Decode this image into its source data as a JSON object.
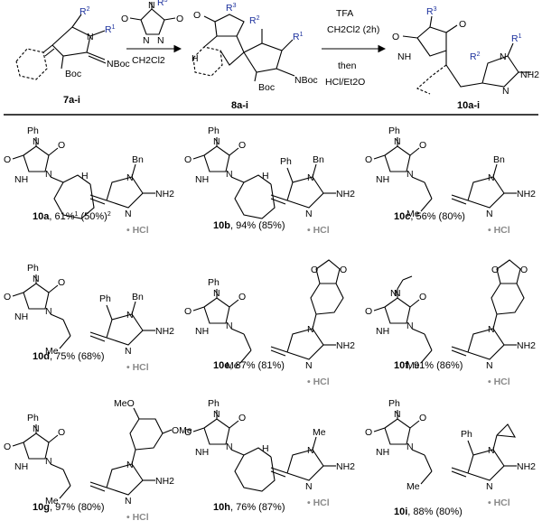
{
  "scheme": {
    "reactant_label": "7a-i",
    "intermediate_label": "8a-i",
    "product_label": "10a-i",
    "step1_reagent": "CH2Cl2",
    "step2_reagents": [
      "TFA",
      "CH2Cl2 (2h)",
      "then",
      "HCl/Et2O"
    ],
    "groups": {
      "r1": "R",
      "r1_sup": "1",
      "r2": "R",
      "r2_sup": "2",
      "r3": "R",
      "r3_sup": "3",
      "boc": "Boc",
      "nboc": "NBoc",
      "h": "H",
      "nh2": "NH2"
    }
  },
  "atoms": {
    "o": "O",
    "n": "N",
    "nh": "NH",
    "h": "H",
    "ph": "Ph",
    "bn": "Bn",
    "me": "Me",
    "meo": "MeO",
    "ome": "OMe",
    "nh2": "NH2",
    "hcl": "HCl"
  },
  "compounds": [
    {
      "id": "10a",
      "yield": ", 61%",
      "sup1": "1",
      "yield2": " (50%)",
      "sup2": "2"
    },
    {
      "id": "10b",
      "yield": ", 94% (85%)"
    },
    {
      "id": "10c",
      "yield": ", 56% (80%)"
    },
    {
      "id": "10d",
      "yield": ", 75% (68%)"
    },
    {
      "id": "10e",
      "yield": ", 87% (81%)"
    },
    {
      "id": "10f",
      "yield": ", 91% (86%)"
    },
    {
      "id": "10g",
      "yield": ", 97% (80%)"
    },
    {
      "id": "10h",
      "yield": ", 76% (87%)"
    },
    {
      "id": "10i",
      "yield": ", 88% (80%)"
    }
  ]
}
